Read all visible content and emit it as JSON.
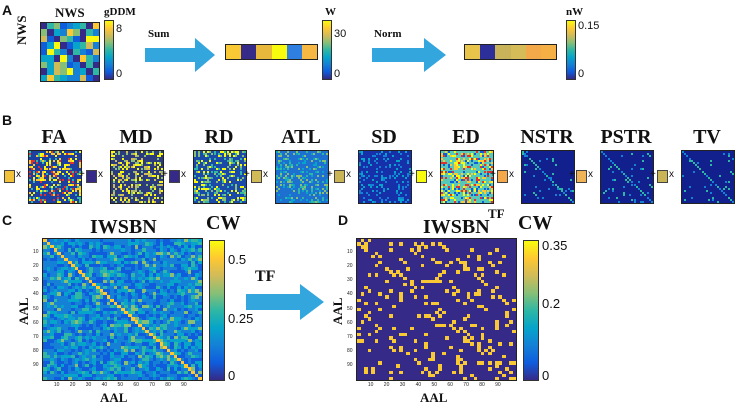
{
  "panels": {
    "a": "A",
    "b": "B",
    "c": "C",
    "d": "D"
  },
  "panel_a": {
    "matrix_top_label": "NWS",
    "matrix_side_label": "NWS",
    "cbar1_title": "gDDM",
    "cbar1_ticks": [
      "8",
      "0"
    ],
    "arrow1_label": "Sum",
    "cbar2_title": "W",
    "cbar2_ticks": [
      "30",
      "0"
    ],
    "arrow2_label": "Norm",
    "cbar3_title": "nW",
    "cbar3_ticks": [
      "0.15",
      "0"
    ],
    "bar1_colors": [
      "#f9c935",
      "#352a87",
      "#e8b83c",
      "#f9fb0e",
      "#2f7fe0",
      "#f6b843"
    ],
    "bar2_colors": [
      "#e8c44a",
      "#2c2e9a",
      "#c8b25a",
      "#d6bc58",
      "#f3a94a",
      "#f5b045"
    ]
  },
  "panel_b": {
    "features": [
      "FA",
      "MD",
      "RD",
      "ATL",
      "SD",
      "ED",
      "NSTR",
      "PSTR",
      "TV"
    ],
    "weight_colors": [
      "#f3c23b",
      "#352a87",
      "#352a87",
      "#d1bb59",
      "#c9b456",
      "#f9fb0e",
      "#f3a94a",
      "#f0b355",
      "#c9b456"
    ],
    "plus": "+",
    "times": "x"
  },
  "panel_c": {
    "title": "IWSBN",
    "cbar_title": "CW",
    "cbar_ticks": [
      "0.5",
      "0.25",
      "0"
    ],
    "xlabel": "AAL",
    "ylabel": "AAL",
    "ticks": [
      "10",
      "20",
      "30",
      "40",
      "50",
      "60",
      "70",
      "80",
      "90"
    ]
  },
  "arrow_tf_label": "TF",
  "panel_d": {
    "title": "IWSBN",
    "title_sup": "TF",
    "cbar_title": "CW",
    "cbar_ticks": [
      "0.35",
      "0.2",
      "0"
    ],
    "xlabel": "AAL",
    "ylabel": "AAL",
    "ticks": [
      "10",
      "20",
      "30",
      "40",
      "50",
      "60",
      "70",
      "80",
      "90"
    ]
  }
}
